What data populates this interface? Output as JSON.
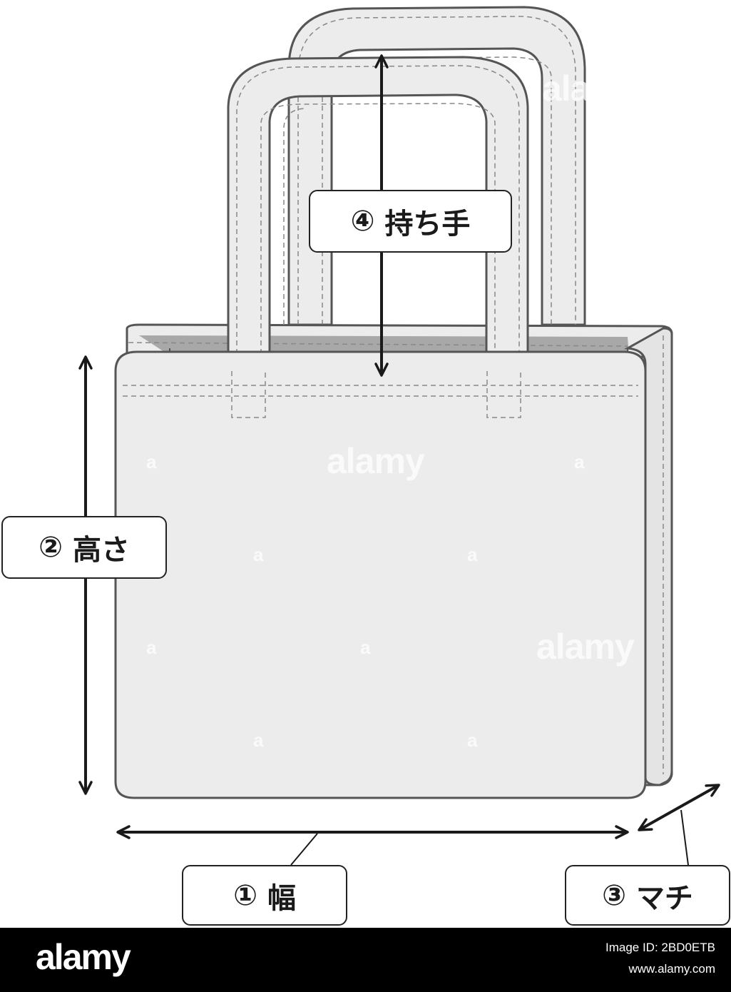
{
  "labels": {
    "width": {
      "num": "①",
      "text": "幅"
    },
    "height": {
      "num": "②",
      "text": "高さ"
    },
    "gusset": {
      "num": "③",
      "text": "マチ"
    },
    "handle": {
      "num": "④",
      "text": "持ち手"
    }
  },
  "watermark": {
    "text": "alamy",
    "small": "a"
  },
  "footer": {
    "logo": "alamy",
    "image_id": "Image ID: 2BD0ETB",
    "site": "www.alamy.com"
  },
  "colors": {
    "bag_fill": "#ececec",
    "bag_interior": "#a8a8a8",
    "outline": "#555555",
    "stitch": "#777777",
    "arrow": "#1a1a1a",
    "footer_bg": "#000000"
  }
}
